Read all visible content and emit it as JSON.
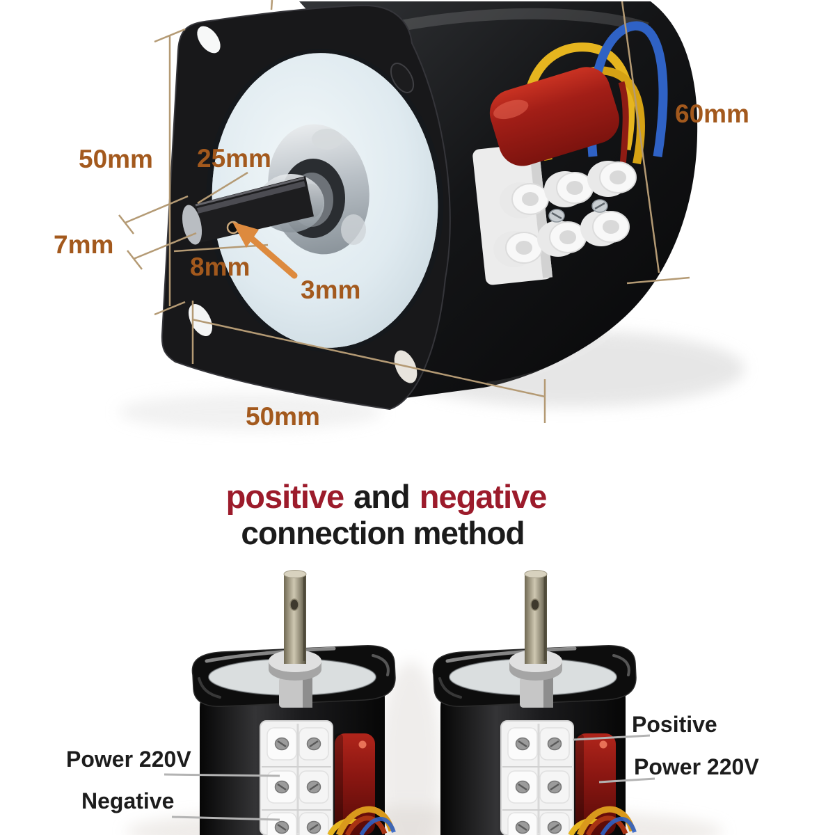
{
  "annotations_top": {
    "plate_height": "50mm",
    "shaft_length": "25mm",
    "body_depth": "60mm",
    "shaft_tip_diameter": "7mm",
    "shaft_diameter": "8mm",
    "hole_diameter": "3mm",
    "plate_width": "50mm"
  },
  "heading": {
    "word_positive": "positive",
    "word_and": "and",
    "word_negative": "negative",
    "line2": "connection method"
  },
  "wiring_labels": {
    "left_motor_top": "Power 220V",
    "left_motor_bottom": "Negative",
    "right_motor_top": "Positive",
    "right_motor_bottom": "Power 220V"
  },
  "colors": {
    "annotation_text": "#a3591d",
    "annotation_line": "#b49a74",
    "arrow_orange": "#dd8a3e",
    "heading_red": "#9c1b2b",
    "heading_black": "#1b1b1b",
    "label_black": "#1c1c1c",
    "label_line": "#b3b3b3",
    "motor_black": "#151515",
    "gear_face": "#e3edf1",
    "capacitor_red": "#a21e17",
    "wire_yellow": "#e6b51f",
    "wire_blue": "#2f62c5",
    "terminal_white": "#f2f2f2"
  }
}
